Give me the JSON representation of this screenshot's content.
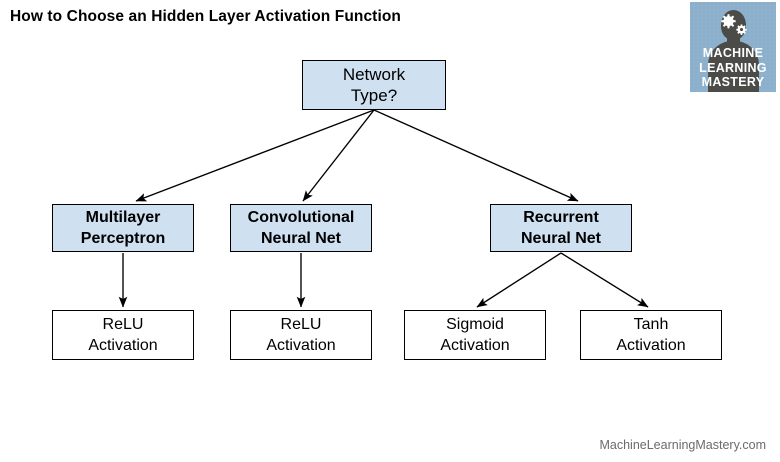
{
  "page": {
    "title": "How to Choose an Hidden Layer Activation Function",
    "footer": "MachineLearningMastery.com",
    "background": "#ffffff"
  },
  "logo": {
    "name": "machine-learning-mastery-logo",
    "line1": "MACHINE",
    "line2": "LEARNING",
    "line3": "MASTERY",
    "background_color": "#8eb2cd",
    "silhouette_color": "#4b4b48",
    "text_color": "#ffffff"
  },
  "diagram": {
    "type": "flowchart",
    "node_fill_decision": "#cfe0f0",
    "node_fill_leaf": "#ffffff",
    "node_border": "#000000",
    "nodes": [
      {
        "id": "root",
        "line1": "Network",
        "line2": "Type?",
        "style": "blue-bold-normal",
        "level": 0
      },
      {
        "id": "mlp",
        "line1": "Multilayer",
        "line2": "Perceptron",
        "style": "blue-bold",
        "level": 1
      },
      {
        "id": "cnn",
        "line1": "Convolutional",
        "line2": "Neural Net",
        "style": "blue-bold",
        "level": 1
      },
      {
        "id": "rnn",
        "line1": "Recurrent",
        "line2": "Neural Net",
        "style": "blue-bold",
        "level": 1
      },
      {
        "id": "relu1",
        "line1": "ReLU",
        "line2": "Activation",
        "style": "white-plain",
        "level": 2
      },
      {
        "id": "relu2",
        "line1": "ReLU",
        "line2": "Activation",
        "style": "white-plain",
        "level": 2
      },
      {
        "id": "sigmoid",
        "line1": "Sigmoid",
        "line2": "Activation",
        "style": "white-plain",
        "level": 2
      },
      {
        "id": "tanh",
        "line1": "Tanh",
        "line2": "Activation",
        "style": "white-plain",
        "level": 2
      }
    ],
    "edges": [
      {
        "from": "root",
        "to": "mlp"
      },
      {
        "from": "root",
        "to": "cnn"
      },
      {
        "from": "root",
        "to": "rnn"
      },
      {
        "from": "mlp",
        "to": "relu1"
      },
      {
        "from": "cnn",
        "to": "relu2"
      },
      {
        "from": "rnn",
        "to": "sigmoid"
      },
      {
        "from": "rnn",
        "to": "tanh"
      }
    ]
  }
}
